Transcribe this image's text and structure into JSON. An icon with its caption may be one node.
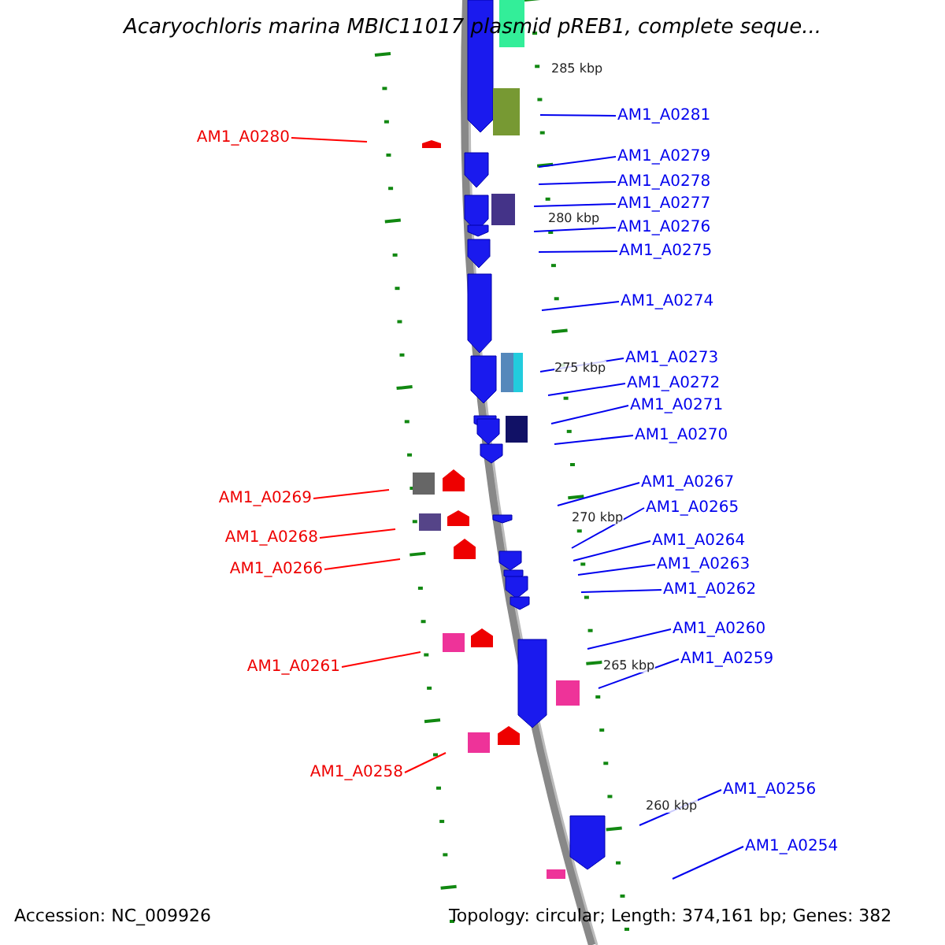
{
  "diagram": {
    "title": "Acaryochloris marina MBIC11017 plasmid pREB1, complete seque...",
    "nodes": [
      {
        "text": [
          "AM1_A0281"
        ]
      },
      {
        "text": [
          "AM1_A0280"
        ]
      },
      {
        "text": [
          "AM1_A0279"
        ]
      },
      {
        "text": [
          "AM1_A0278"
        ]
      },
      {
        "text": [
          "AM1_A0277"
        ]
      },
      {
        "text": [
          "AM1_A0276"
        ]
      },
      {
        "text": [
          "AM1_A0275"
        ]
      },
      {
        "text": [
          "AM1_A0274"
        ]
      },
      {
        "text": [
          "AM1_A0273"
        ]
      },
      {
        "text": [
          "AM1_A0272"
        ]
      },
      {
        "text": [
          "AM1_A0271"
        ]
      },
      {
        "text": [
          "AM1_A0270"
        ]
      },
      {
        "text": [
          "AM1_A0267"
        ]
      },
      {
        "text": [
          "AM1_A0269"
        ]
      },
      {
        "text": [
          "AM1_A0265"
        ]
      },
      {
        "text": [
          "AM1_A0268"
        ]
      },
      {
        "text": [
          "AM1_A0264"
        ]
      },
      {
        "text": [
          "AM1_A0263"
        ]
      },
      {
        "text": [
          "AM1_A0266"
        ]
      },
      {
        "text": [
          "AM1_A0262"
        ]
      },
      {
        "text": [
          "AM1_A0260"
        ]
      },
      {
        "text": [
          "AM1_A0259"
        ]
      },
      {
        "text": [
          "AM1_A0261"
        ]
      },
      {
        "text": [
          "AM1_A0258"
        ]
      },
      {
        "text": [
          "AM1_A0256"
        ]
      },
      {
        "text": [
          "AM1_A0254"
        ]
      }
    ],
    "edges": [
      {
        "from": 0,
        "to": null,
        "arrow": "none"
      },
      {
        "from": 1,
        "to": null,
        "arrow": "none",
        "color": "#ff0000"
      },
      {
        "from": 2,
        "to": null,
        "arrow": "none"
      },
      {
        "from": 3,
        "to": null,
        "arrow": "none"
      },
      {
        "from": 4,
        "to": null,
        "arrow": "none"
      },
      {
        "from": 5,
        "to": null,
        "arrow": "none"
      },
      {
        "from": 6,
        "to": null,
        "arrow": "none"
      },
      {
        "from": 7,
        "to": null,
        "arrow": "none"
      },
      {
        "from": 8,
        "to": null,
        "arrow": "none"
      },
      {
        "from": 9,
        "to": null,
        "arrow": "none"
      },
      {
        "from": 10,
        "to": null,
        "arrow": "none"
      },
      {
        "from": 11,
        "to": null,
        "arrow": "none"
      },
      {
        "from": 12,
        "to": null,
        "arrow": "none"
      },
      {
        "from": 13,
        "to": null,
        "arrow": "none",
        "color": "#ff0000"
      },
      {
        "from": 14,
        "to": null,
        "arrow": "none"
      },
      {
        "from": 15,
        "to": null,
        "arrow": "none",
        "color": "#ff0000"
      },
      {
        "from": 16,
        "to": null,
        "arrow": "none"
      },
      {
        "from": 17,
        "to": null,
        "arrow": "none"
      },
      {
        "from": 18,
        "to": null,
        "arrow": "none",
        "color": "#ff0000"
      },
      {
        "from": 19,
        "to": null,
        "arrow": "none"
      },
      {
        "from": 20,
        "to": null,
        "arrow": "none"
      },
      {
        "from": 21,
        "to": null,
        "arrow": "none"
      },
      {
        "from": 22,
        "to": null,
        "arrow": "none",
        "color": "#ff0000"
      },
      {
        "from": 23,
        "to": null,
        "arrow": "none",
        "color": "#ff0000"
      },
      {
        "from": 24,
        "to": null,
        "arrow": "none"
      },
      {
        "from": 25,
        "to": null,
        "arrow": "none"
      }
    ],
    "labels": [
      "285 kbp",
      "280 kbp",
      "275 kbp",
      "270 kbp",
      "265 kbp",
      "260 kbp",
      "Accession: NC_009926",
      "Topology: circular; Length: 374,161 bp; Genes: 382"
    ]
  }
}
